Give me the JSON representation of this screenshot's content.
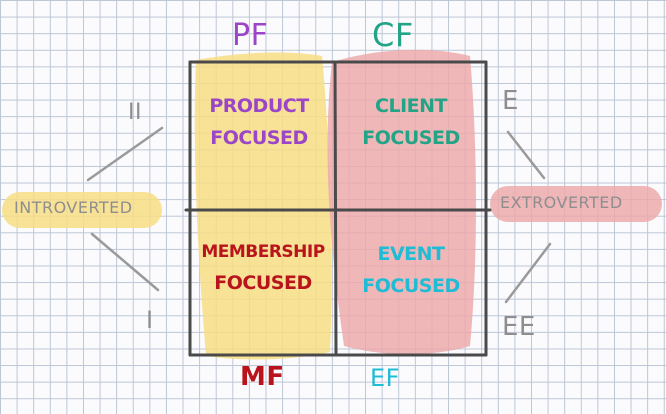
{
  "colors": {
    "grid_line": "#bcc6d6",
    "frame": "#4a4a4a",
    "highlight_yellow": "#f7dd84",
    "highlight_pink": "#eda6a8",
    "purple": "#9b46c8",
    "teal": "#23a487",
    "red": "#b9141c",
    "cyan": "#1fbcd6",
    "gray": "#8e8e8e"
  },
  "top_labels": {
    "left": "PF",
    "right": "CF"
  },
  "bottom_labels": {
    "left": "MF",
    "right": "EF"
  },
  "quadrants": {
    "top_left": {
      "line1": "PRODUCT",
      "line2": "FOCUSED"
    },
    "top_right": {
      "line1": "CLIENT",
      "line2": "FOCUSED"
    },
    "bottom_left": {
      "line1": "MEMBERSHIP",
      "line2": "FOCUSED"
    },
    "bottom_right": {
      "line1": "EVENT",
      "line2": "FOCUSED"
    }
  },
  "left_side": {
    "top": "II",
    "middle": "INTROVERTED",
    "bottom": "I"
  },
  "right_side": {
    "top": "E",
    "middle": "EXTROVERTED",
    "bottom": "EE"
  }
}
